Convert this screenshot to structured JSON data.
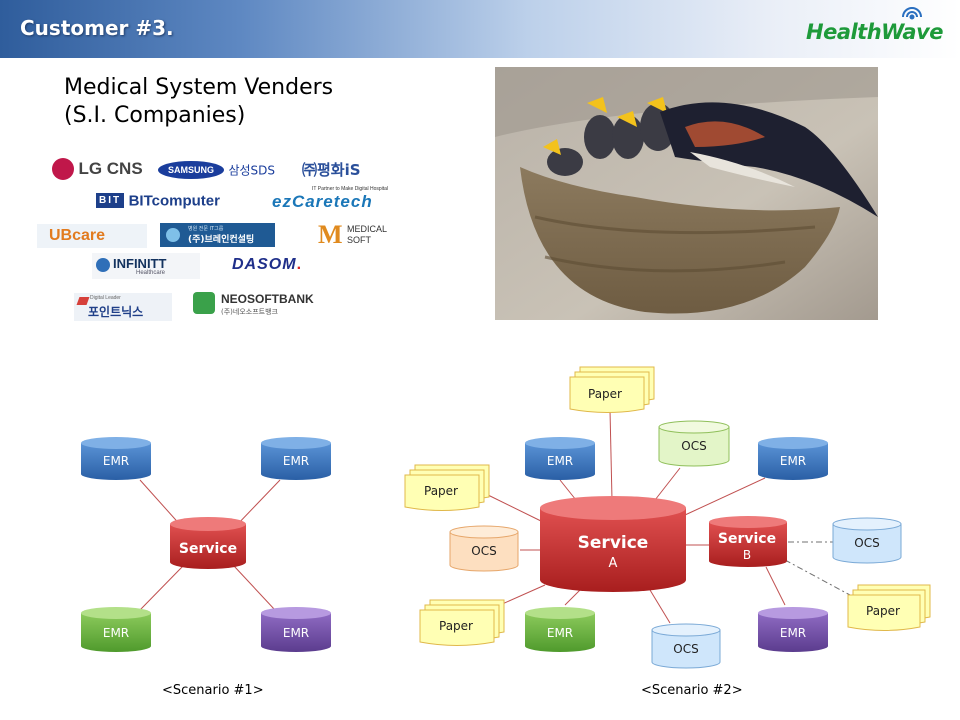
{
  "header": {
    "title": "Customer #3.",
    "brand": "HealthWave"
  },
  "headline": {
    "line1": "Medical System Venders",
    "line2": "(S.I. Companies)"
  },
  "logos": {
    "lgcns": "LG CNS",
    "samsung_badge": "SAMSUNG",
    "samsung_text": "삼성SDS",
    "pyeonghwa": "㈜평화iS",
    "bit_badge": "BIT",
    "bit_text": "BITcomputer",
    "ezcare_tagline": "IT Partner to Make Digital Hospital",
    "ezcare_text": "ezCaretech",
    "ubcare": "UBcare",
    "brain": "(주)브레인컨설팅",
    "brain_tagline": "병원 전문 IT그룹",
    "medical_soft": "MEDICAL SOFT",
    "infinitt": "INFINITT",
    "infinitt_sub": "Healthcare",
    "dasom": "DASOM",
    "pointnix_tagline": "Digital Leader",
    "pointnix": "포인트닉스",
    "neosoft": "NEOSOFTBANK",
    "neosoft_sub": "(주)네오소프트뱅크"
  },
  "photo": {
    "subject": "swallow-nest-photo"
  },
  "scenario1": {
    "caption": "<Scenario #1>",
    "center": "Service",
    "nodes": [
      "EMR",
      "EMR",
      "EMR",
      "EMR"
    ]
  },
  "scenario2": {
    "caption": "<Scenario #2>",
    "service_a": [
      "Service",
      "A"
    ],
    "service_b": [
      "Service",
      "B"
    ],
    "emr": [
      "EMR",
      "EMR",
      "EMR",
      "EMR"
    ],
    "ocs": [
      "OCS",
      "OCS",
      "OCS",
      "OCS"
    ],
    "paper": [
      "Paper",
      "Paper",
      "Paper",
      "Paper"
    ]
  },
  "colors": {
    "blue_db": "#2f69b0",
    "green_db": "#63aa3a",
    "purple_db": "#6a4a9e",
    "red_db": "#c02a2a",
    "ocs_green": "#e3f5c8",
    "ocs_orange": "#fddfc0",
    "ocs_blue": "#cfe6fb",
    "paper": "#ffffb4",
    "connector": "#c05050"
  }
}
